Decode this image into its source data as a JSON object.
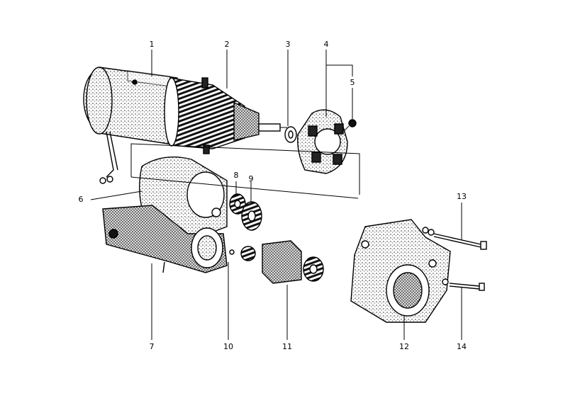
{
  "diagram": {
    "labels": {
      "p1": "1",
      "p2": "2",
      "p3": "3",
      "p4": "4",
      "p5": "5",
      "p6": "6",
      "p7": "7",
      "p8": "8",
      "p9": "9",
      "p10": "10",
      "p11": "11",
      "p12": "12",
      "p13": "13",
      "p14": "14"
    }
  }
}
